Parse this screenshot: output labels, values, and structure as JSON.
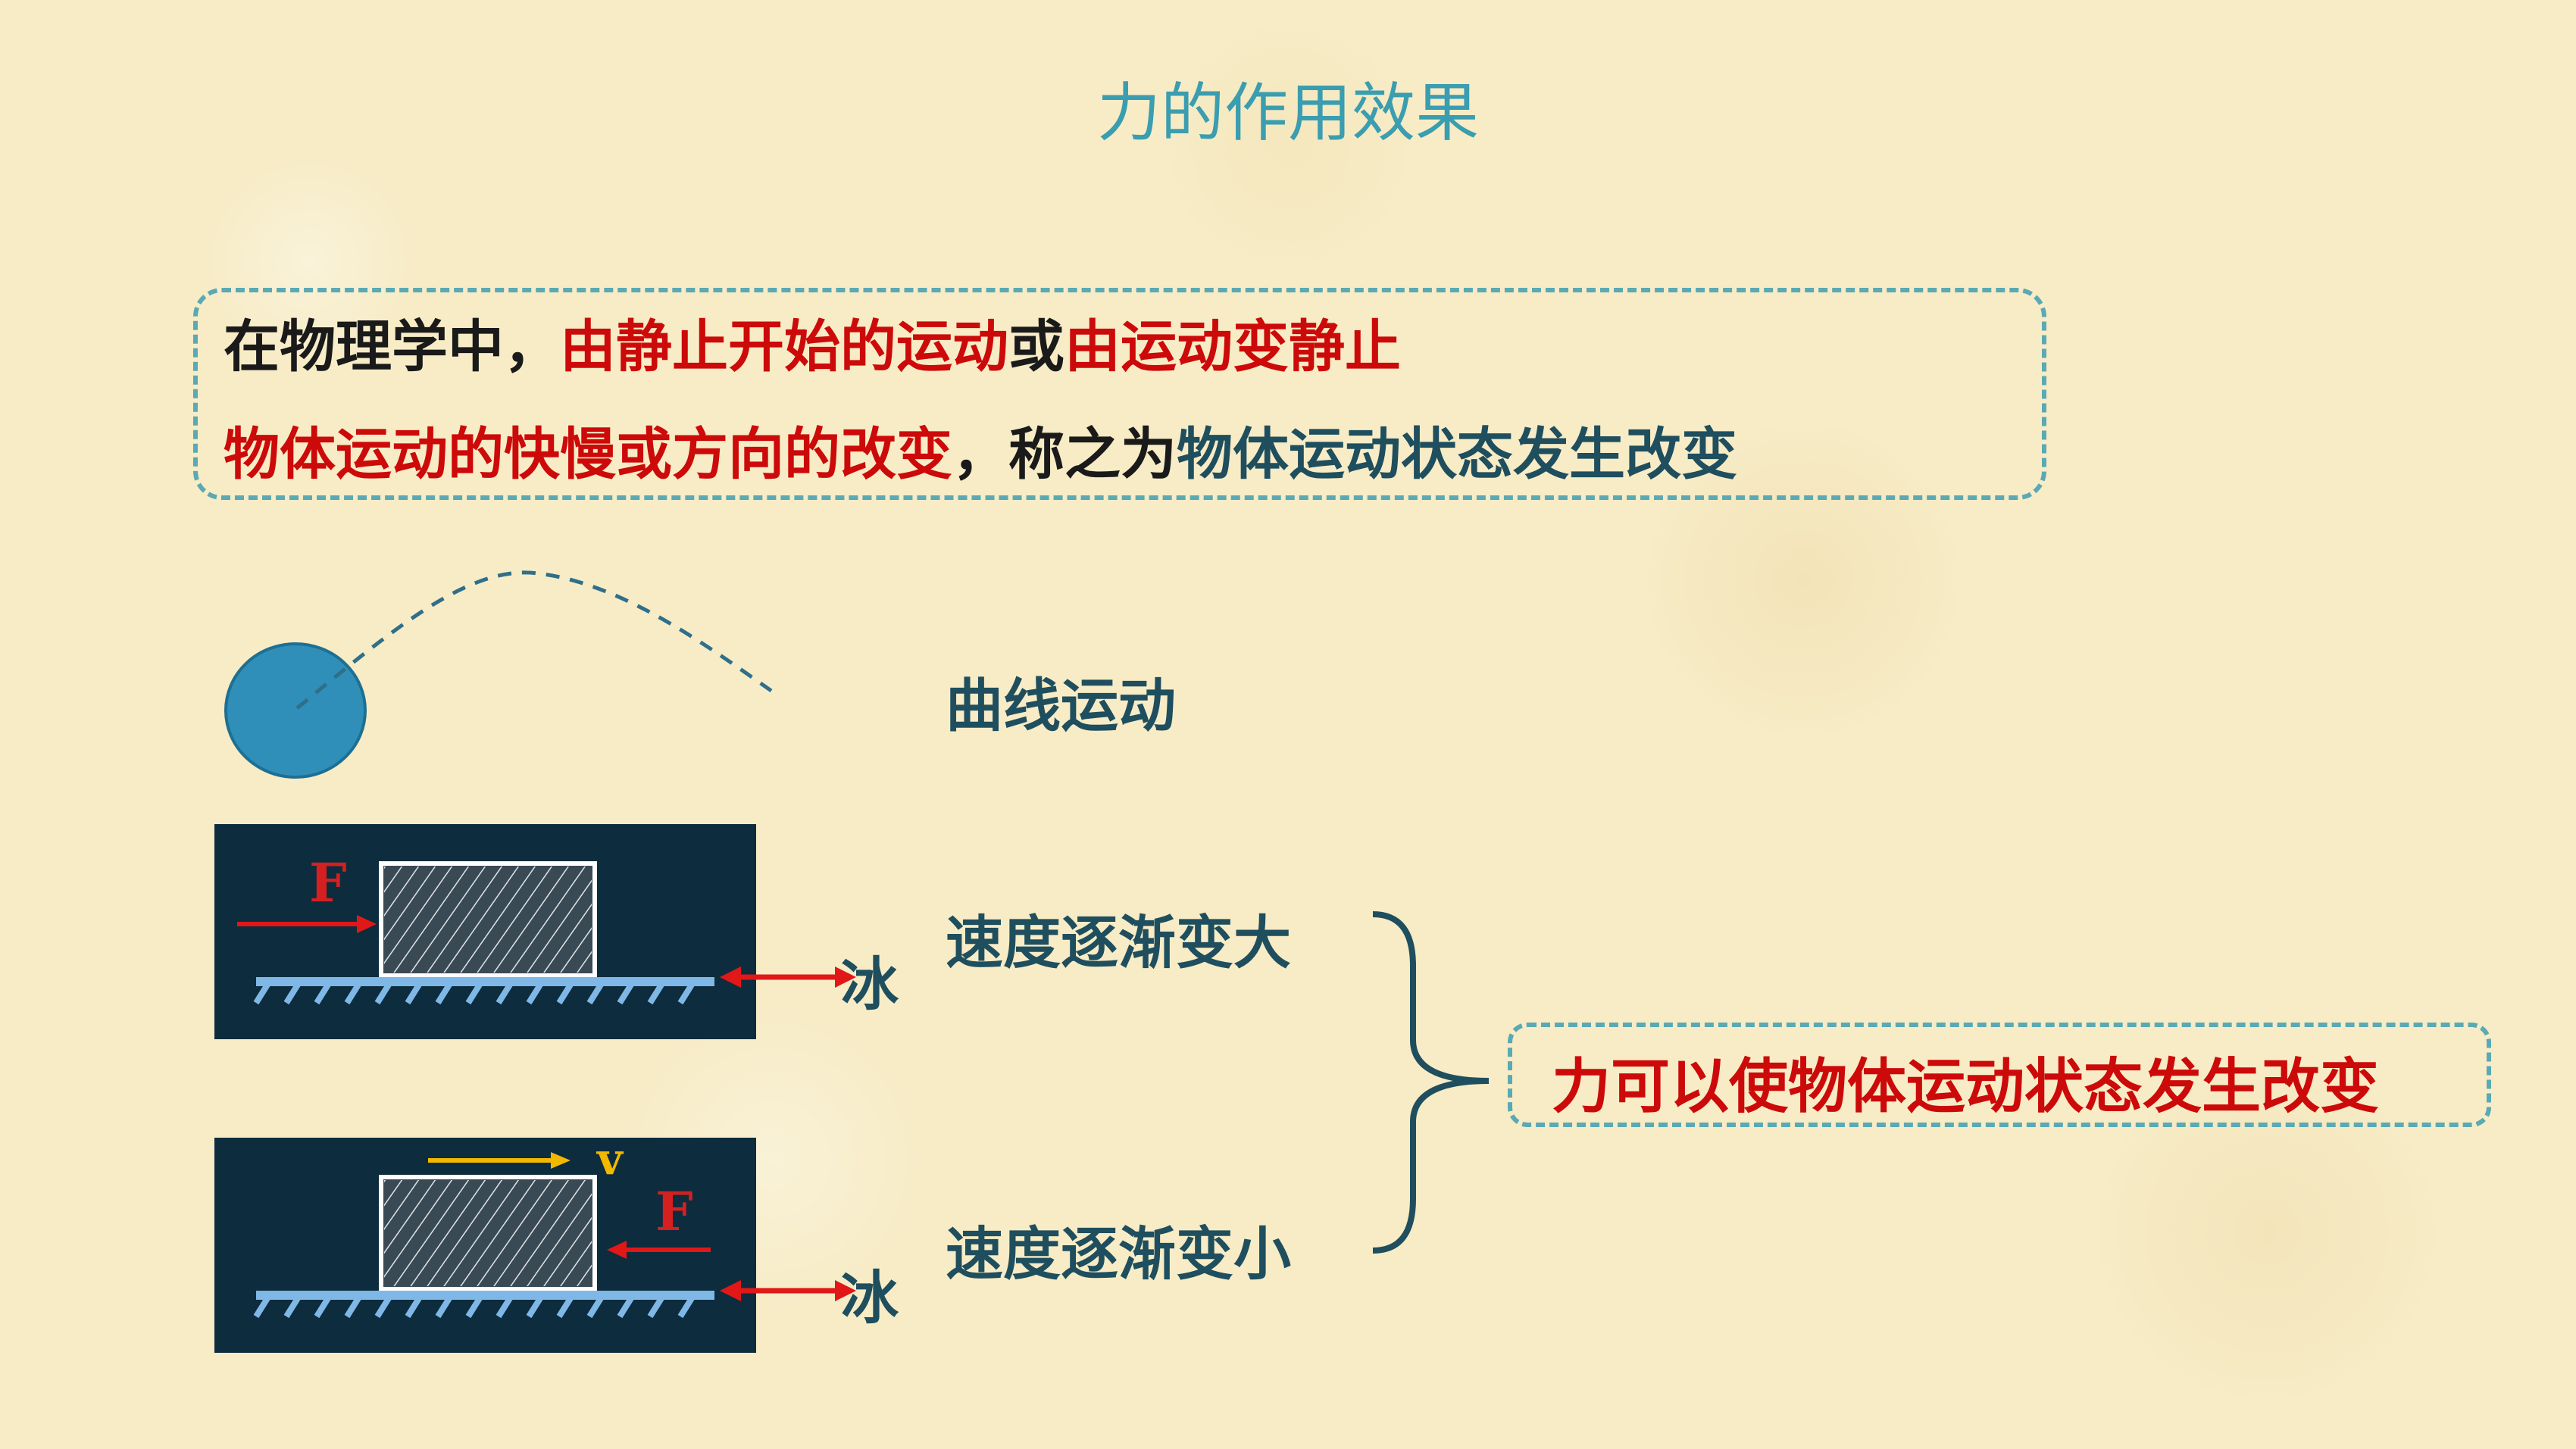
{
  "title": "力的作用效果",
  "definition": {
    "line1_a": "在物理学中，",
    "line1_b": "由静止开始的运动",
    "line1_c": "或",
    "line1_d": "由运动变静止",
    "line2_a": "物体运动的快慢或方向的改变",
    "line2_b": "，称之为",
    "line2_c": "物体运动状态发生改变"
  },
  "examples": {
    "curve_label": "曲线运动",
    "speed_up_label": "速度逐渐变大",
    "slow_down_label": "速度逐渐变小",
    "ice_label_1": "冰",
    "ice_label_2": "冰",
    "force_label_1": "F",
    "force_label_2": "F",
    "velocity_label": "v"
  },
  "conclusion": "力可以使物体运动状态发生改变",
  "colors": {
    "title": "#3a9db0",
    "emphasis_red": "#cc0a0a",
    "dark_teal": "#1f4e5e",
    "dashed_border": "#5aa9b4",
    "panel_bg": "#0d2c3e",
    "ball": "#2f8fb8"
  }
}
